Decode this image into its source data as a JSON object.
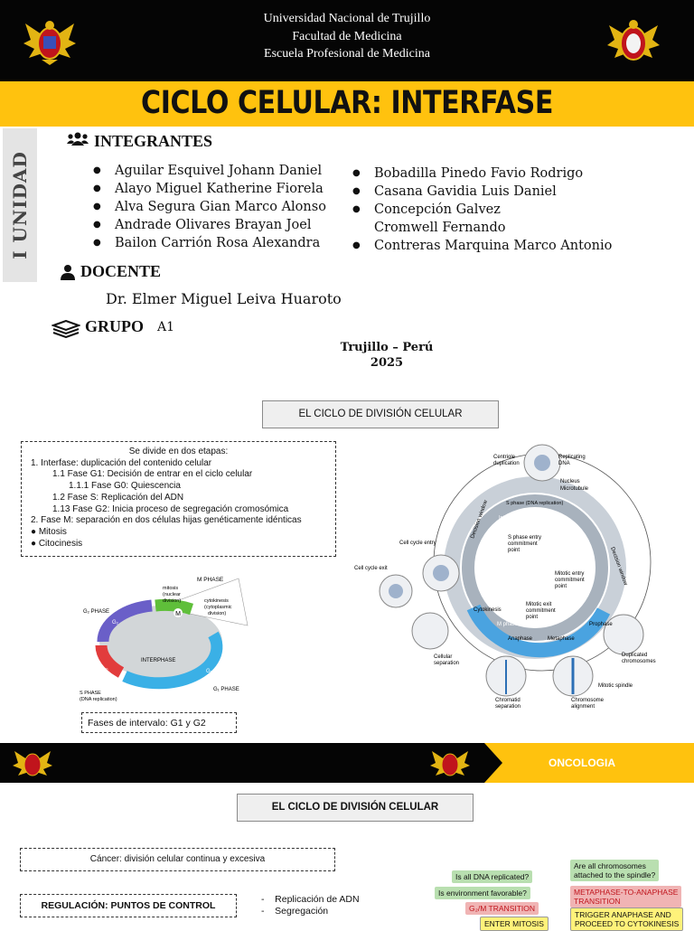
{
  "header": {
    "university": "Universidad Nacional de Trujillo",
    "faculty": "Facultad de Medicina",
    "school": "Escuela Profesional de Medicina"
  },
  "title": "CICLO CELULAR: INTERFASE",
  "side_tab": "I UNIDAD",
  "members": {
    "heading": "INTEGRANTES",
    "left": [
      "Aguilar Esquivel Johann Daniel",
      "Alayo Miguel Katherine Fiorela",
      "Alva Segura Gian Marco Alonso",
      "Andrade Olivares Brayan Joel",
      "Bailon Carrión Rosa Alexandra"
    ],
    "right": [
      "Bobadilla Pinedo Favio Rodrigo",
      "Casana Gavidia Luis Daniel",
      "Concepción Galvez Cromwell Fernando",
      "Contreras Marquina Marco Antonio"
    ]
  },
  "teacher": {
    "heading": "DOCENTE",
    "name": "Dr. Elmer Miguel Leiva Huaroto"
  },
  "group": {
    "heading": "GRUPO",
    "value": "A1"
  },
  "place": {
    "city": "Trujillo – Perú",
    "year": "2025"
  },
  "section1": {
    "title": "EL CICLO DE DIVISIÓN CELULAR",
    "box_heading": "Se divide en  dos etapas:",
    "box_lines": [
      {
        "text": "1.    Interfase: duplicación del contenido celular",
        "indent": 0
      },
      {
        "text": "1.1 Fase G1: Decisión de entrar en el ciclo celular",
        "indent": 1
      },
      {
        "text": "1.1.1 Fase G0: Quiescencia",
        "indent": 2
      },
      {
        "text": "1.2 Fase S: Replicación del ADN",
        "indent": 1
      },
      {
        "text": "1.13 Fase G2: Inicia proceso de segregación cromosómica",
        "indent": 1
      },
      {
        "text": "2.    Fase M: separación en dos células hijas genéticamente idénticas",
        "indent": 0
      },
      {
        "text": "●     Mitosis",
        "indent": 0
      },
      {
        "text": "●     Citocinesis",
        "indent": 0
      }
    ],
    "cycle_labels": {
      "m_phase": "M PHASE",
      "mitosis": [
        "mitosis",
        "(nuclear",
        "division)"
      ],
      "cytokinesis": [
        "cytokinesis",
        "(cytoplasmic",
        "division)"
      ],
      "g2": "G₂ PHASE",
      "interphase": "INTERPHASE",
      "s_phase": [
        "S PHASE",
        "(DNA replication)"
      ],
      "g1": "G₁ PHASE",
      "m": "M",
      "g2_short": "G₂",
      "g1_short": "G₁",
      "s_short": "S"
    },
    "interval_note": "Fases de intervalo: G1 y G2",
    "diagram_labels": {
      "centriole": [
        "Centriole",
        "duplication"
      ],
      "replicating": [
        "Replicating",
        "DNA"
      ],
      "nucleus": "Nucleus",
      "microtubule": "Microtubule",
      "s_phase_ring": "S phase (DNA replication)",
      "interphase_ring": "Interphase",
      "s_commit": [
        "S phase entry",
        "commitment",
        "point"
      ],
      "cell_cycle_entry": "Cell cycle entry",
      "cell_cycle_exit": "Cell cycle exit",
      "mitotic_entry": [
        "Mitotic entry",
        "commitment",
        "point"
      ],
      "mitotic_exit": [
        "Mitotic exit",
        "commitment",
        "point"
      ],
      "m_phase_ring": "M phase",
      "anaphase": "Anaphase",
      "metaphase": "Metaphase",
      "prophase": "Prophase",
      "cytokinesis": "Cytokinesis",
      "duplicated": [
        "Duplicated",
        "chromosomes"
      ],
      "cellular_sep": [
        "Cellular",
        "separation"
      ],
      "mitotic_spindle": "Mitotic spindle",
      "chromatid_sep": [
        "Chromatid",
        "separation"
      ],
      "chromosome_align": [
        "Chromosome",
        "alignment"
      ],
      "decision_left": "Decision window",
      "decision_right": "Decision window"
    }
  },
  "footer_bar": {
    "label": "ONCOLOGIA"
  },
  "section2": {
    "title": "EL CICLO DE DIVISIÓN CELULAR",
    "cancer_note": "Cáncer: división celular continua y excesiva",
    "regulation": "REGULACIÓN: PUNTOS DE CONTROL",
    "bullets": [
      "Replicación de ADN",
      "Segregación"
    ],
    "checkpoints": {
      "q1": "Is all DNA replicated?",
      "q2": "Is environment favorable?",
      "g2m": "G₂/M TRANSITION",
      "enter": "ENTER MITOSIS",
      "q3": [
        "Are all chromosomes",
        "attached to the spindle?"
      ],
      "meta": [
        "METAPHASE-TO-ANAPHASE",
        "TRANSITION"
      ],
      "trigger": [
        "TRIGGER ANAPHASE AND",
        "PROCEED TO CYTOKINESIS"
      ]
    }
  },
  "colors": {
    "yellow": "#ffc20e",
    "black": "#050505",
    "crest_red": "#c0141c",
    "crest_gold": "#e2b413",
    "green_tag": "#b9dfb0",
    "red_tag": "#f0b4b4",
    "yellow_tag": "#fff27a"
  }
}
